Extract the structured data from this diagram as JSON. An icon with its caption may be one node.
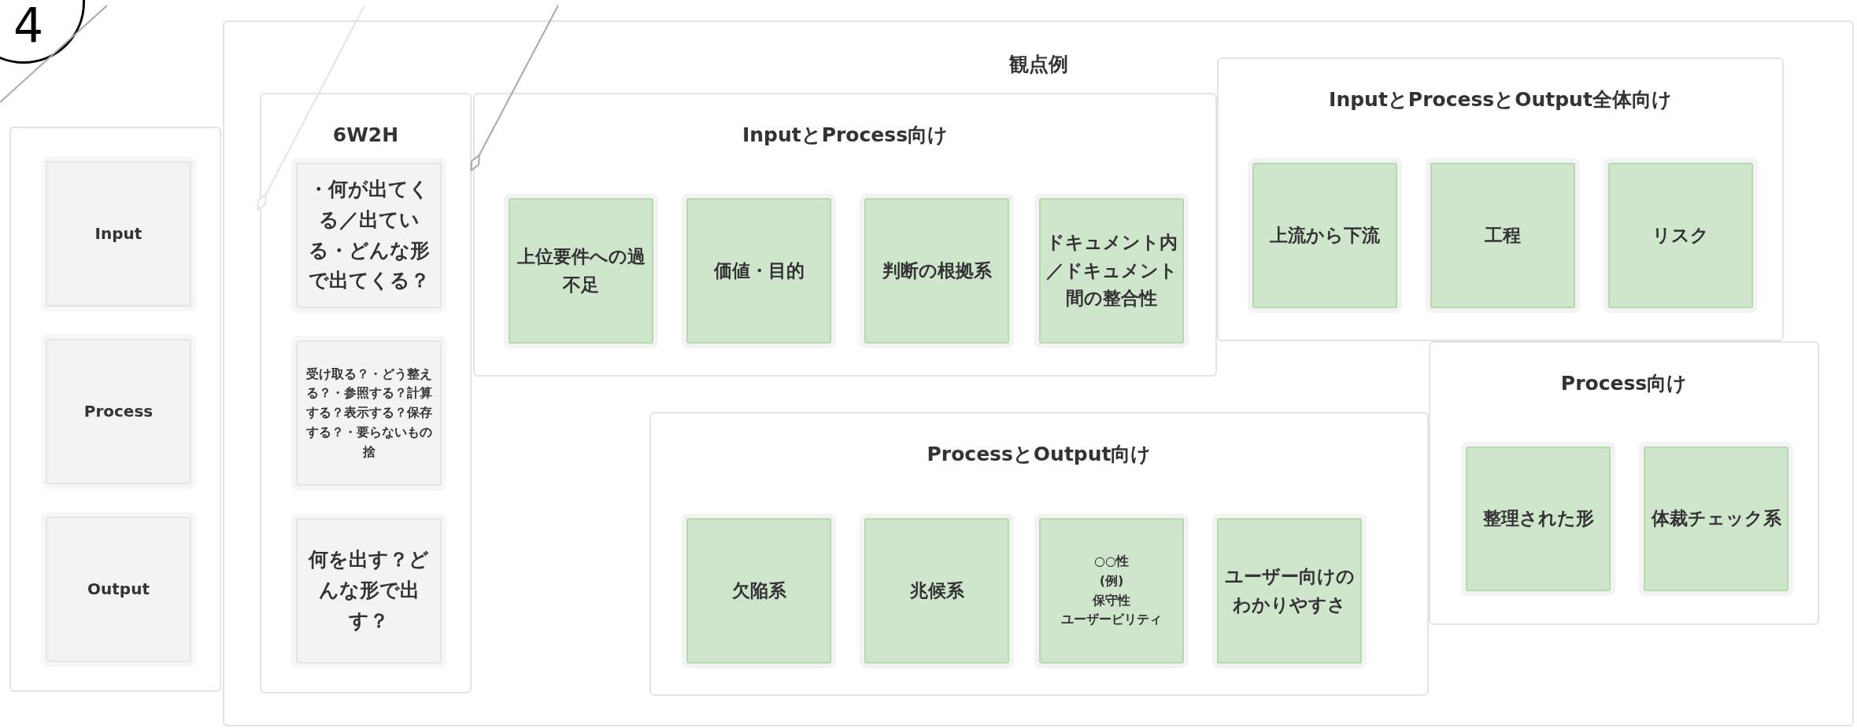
{
  "diagram": {
    "nodes": [
      {
        "text": [
          "4"
        ]
      },
      {
        "text": [],
        "shape": "box"
      },
      {
        "text": [
          "Input"
        ],
        "in": 1
      },
      {
        "text": [
          "Process"
        ],
        "in": 1
      },
      {
        "text": [
          "Output"
        ],
        "in": 1
      },
      {
        "text": [
          "観点例"
        ]
      },
      {
        "text": [
          "6W2H"
        ],
        "in": 5
      },
      {
        "text": [
          "・何が出てくる／出ている・どんな形で出てくる？"
        ],
        "in": 6
      },
      {
        "text": [
          "受け取る？・どう整える？・参照する？計算する？表示する？保存する？・要らないもの捨"
        ],
        "in": 6
      },
      {
        "text": [
          "何を出す？どんな形で出す？"
        ],
        "in": 6
      },
      {
        "text": [
          "InputとProcess向け"
        ],
        "in": 5
      },
      {
        "text": [
          "上位要件への過不足"
        ],
        "in": 10
      },
      {
        "text": [
          "価値・目的"
        ],
        "in": 10
      },
      {
        "text": [
          "判断の根拠系"
        ],
        "in": 10
      },
      {
        "text": [
          "ドキュメント内／ドキュメント間の整合性"
        ],
        "in": 10
      },
      {
        "text": [
          "InputとProcessとOutput全体向け"
        ],
        "in": 5
      },
      {
        "text": [
          "上流から下流"
        ],
        "in": 15
      },
      {
        "text": [
          "工程"
        ],
        "in": 15
      },
      {
        "text": [
          "リスク"
        ],
        "in": 15
      },
      {
        "text": [
          "Process向け"
        ],
        "in": 5
      },
      {
        "text": [
          "整理された形"
        ],
        "in": 19
      },
      {
        "text": [
          "体裁チェック系"
        ],
        "in": 19
      },
      {
        "text": [
          "ProcessとOutput向け"
        ],
        "in": 5
      },
      {
        "text": [
          "欠陥系"
        ],
        "in": 22
      },
      {
        "text": [
          "兆候系"
        ],
        "in": 22
      },
      {
        "text": [
          "○○性",
          "(例)",
          "保守性",
          "ユーザービリティ"
        ],
        "in": 22
      },
      {
        "text": [
          "ユーザー向けのわかりやすさ"
        ],
        "in": 22
      }
    ],
    "edges": [
      {
        "from": null,
        "to": 6,
        "arrow": "other",
        "color": "#e4e4e4"
      },
      {
        "from": null,
        "to": 10,
        "arrow": "other"
      }
    ]
  }
}
